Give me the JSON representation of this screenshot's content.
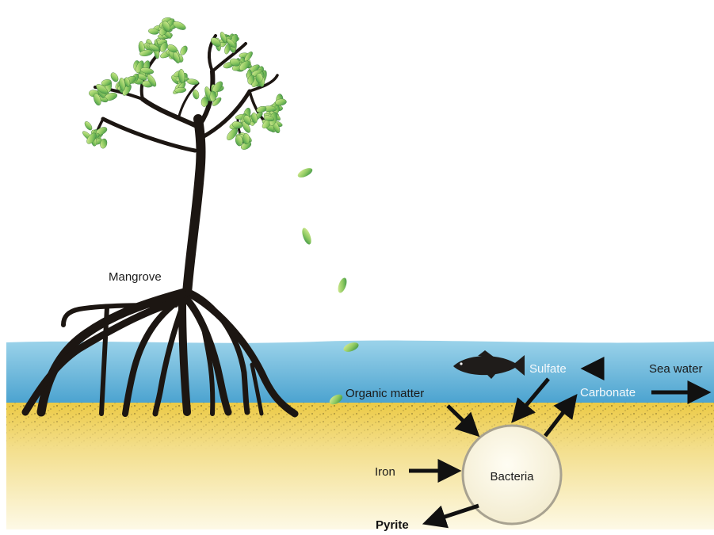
{
  "labels": {
    "mangrove": "Mangrove",
    "sulfate": "Sulfate",
    "sea_water": "Sea water",
    "organic_matter": "Organic matter",
    "carbonate": "Carbonate",
    "iron": "Iron",
    "bacteria": "Bacteria",
    "pyrite": "Pyrite"
  },
  "colors": {
    "water_top": "#8ccbe4",
    "water_bottom": "#4ba3cf",
    "sediment_top": "#e9c94a",
    "sediment_bottom": "#fbf6dc",
    "tree": "#1c1612",
    "leaf_light": "#d6ec8a",
    "leaf_dark": "#2f8f45",
    "fish": "#1f1c1a",
    "bacteria_fill": "#faf6e3",
    "bacteria_stroke": "#a8a290"
  }
}
